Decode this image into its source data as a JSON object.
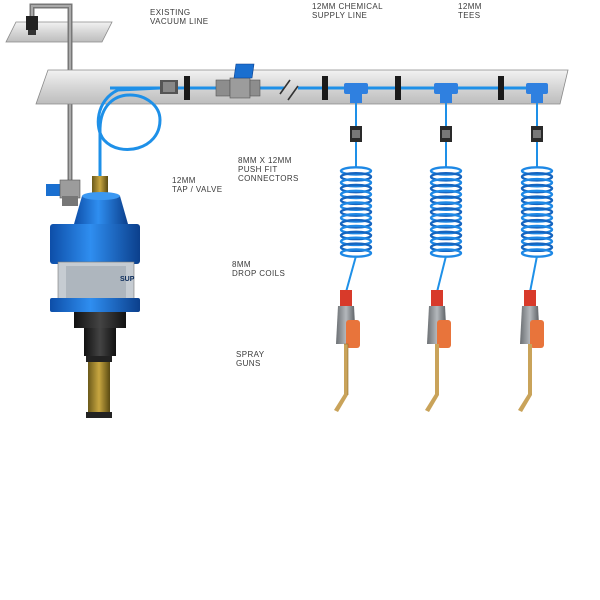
{
  "labels": {
    "vacuum_line": [
      "EXISTING",
      "VACUUM LINE"
    ],
    "chemical_supply": [
      "12MM CHEMICAL",
      "SUPPLY LINE"
    ],
    "tees": [
      "12MM",
      "TEES"
    ],
    "tap_valve": [
      "12MM",
      "TAP / VALVE"
    ],
    "push_fit": [
      "8MM X 12MM",
      "PUSH FIT",
      "CONNECTORS"
    ],
    "drop_coils": [
      "8MM",
      "DROP COILS"
    ],
    "spray_guns": [
      "SPRAY",
      "GUNS"
    ]
  },
  "pump": {
    "brand_fragment": "SUP"
  },
  "colors": {
    "hose_blue": "#1e90e8",
    "coil_blue": "#1565c0",
    "pipe_grey": "#dcdcdc",
    "pump_blue": "#1a6fd0",
    "gun_orange": "#e8743b",
    "gun_red": "#d83a2a"
  },
  "icons": {
    "tap_valve": "ball-valve-icon",
    "push_fit": "push-fit-connector-icon",
    "tee": "tee-fitting-icon",
    "gun": "spray-gun-icon",
    "pump": "dosing-pump-icon",
    "container": "chemical-container-icon"
  }
}
